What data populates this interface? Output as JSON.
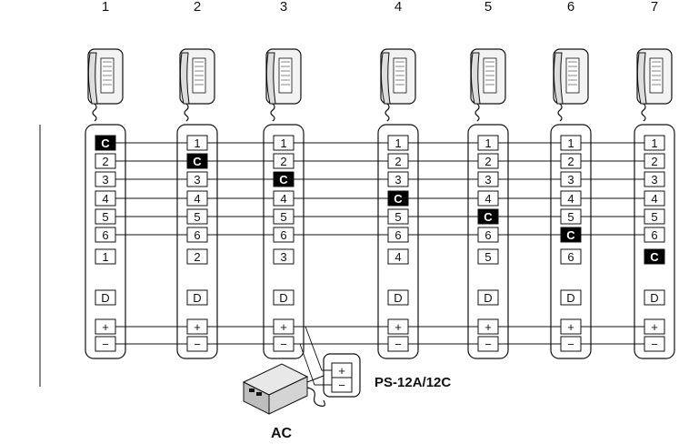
{
  "station_numbers": [
    "1",
    "2",
    "3",
    "4",
    "5",
    "6",
    "7"
  ],
  "terminal_rows": [
    [
      "C",
      "2",
      "3",
      "4",
      "5",
      "6",
      "1",
      "D",
      "+",
      "−"
    ],
    [
      "1",
      "C",
      "3",
      "4",
      "5",
      "6",
      "2",
      "D",
      "+",
      "−"
    ],
    [
      "1",
      "2",
      "C",
      "4",
      "5",
      "6",
      "3",
      "D",
      "+",
      "−"
    ],
    [
      "1",
      "2",
      "3",
      "C",
      "5",
      "6",
      "4",
      "D",
      "+",
      "−"
    ],
    [
      "1",
      "2",
      "3",
      "4",
      "C",
      "6",
      "5",
      "D",
      "+",
      "−"
    ],
    [
      "1",
      "2",
      "3",
      "4",
      "5",
      "C",
      "6",
      "D",
      "+",
      "−"
    ],
    [
      "1",
      "2",
      "3",
      "4",
      "5",
      "6",
      "C",
      "D",
      "+",
      "−"
    ]
  ],
  "power_supply": {
    "plus": "+",
    "minus": "−",
    "label": "PS-12A/12C"
  },
  "ac_label": "AC",
  "colors": {
    "line": "#111111",
    "highlight_fill": "#000000",
    "highlight_text": "#ffffff"
  },
  "icons": [
    "handset-icon",
    "power-adapter-icon"
  ]
}
